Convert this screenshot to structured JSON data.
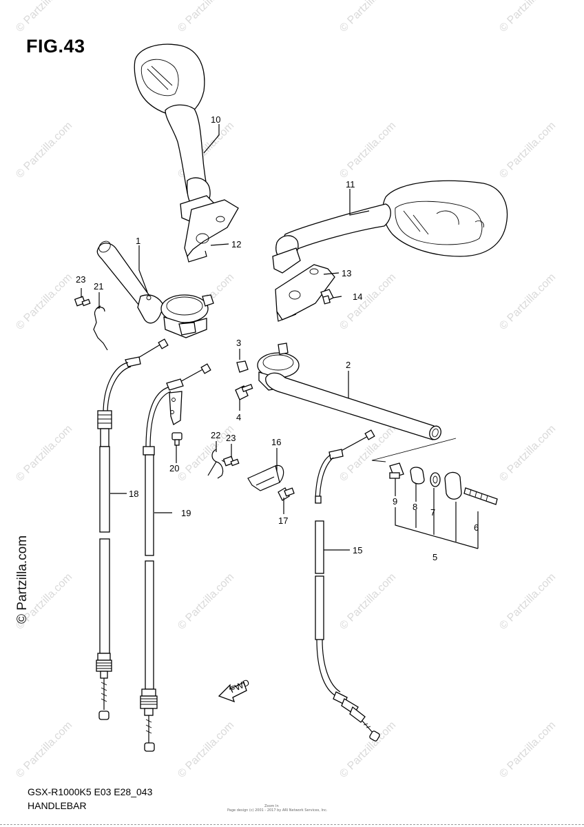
{
  "figure": {
    "label": "FIG.43",
    "model_code": "GSX-R1000K5 E03 E28_043",
    "name": "HANDLEBAR"
  },
  "footer": {
    "line1": "Page design (c) 2001 - 2017 by ARI Network Services, Inc.",
    "line2": "Zoom In"
  },
  "watermarks": {
    "text": "© Partzilla.com",
    "side_text": "© Partzilla.com"
  },
  "callouts": [
    {
      "id": "1",
      "label": "1"
    },
    {
      "id": "2",
      "label": "2"
    },
    {
      "id": "3",
      "label": "3"
    },
    {
      "id": "4",
      "label": "4"
    },
    {
      "id": "5",
      "label": "5"
    },
    {
      "id": "6",
      "label": "6"
    },
    {
      "id": "7",
      "label": "7"
    },
    {
      "id": "8",
      "label": "8"
    },
    {
      "id": "9",
      "label": "9"
    },
    {
      "id": "10",
      "label": "10"
    },
    {
      "id": "11",
      "label": "11"
    },
    {
      "id": "12",
      "label": "12"
    },
    {
      "id": "13",
      "label": "13"
    },
    {
      "id": "14",
      "label": "14"
    },
    {
      "id": "15",
      "label": "15"
    },
    {
      "id": "16",
      "label": "16"
    },
    {
      "id": "17",
      "label": "17"
    },
    {
      "id": "18",
      "label": "18"
    },
    {
      "id": "19",
      "label": "19"
    },
    {
      "id": "20",
      "label": "20"
    },
    {
      "id": "21",
      "label": "21"
    },
    {
      "id": "22",
      "label": "22"
    },
    {
      "id": "23a",
      "label": "23"
    },
    {
      "id": "23b",
      "label": "23"
    }
  ],
  "fwd_badge": "FWD"
}
